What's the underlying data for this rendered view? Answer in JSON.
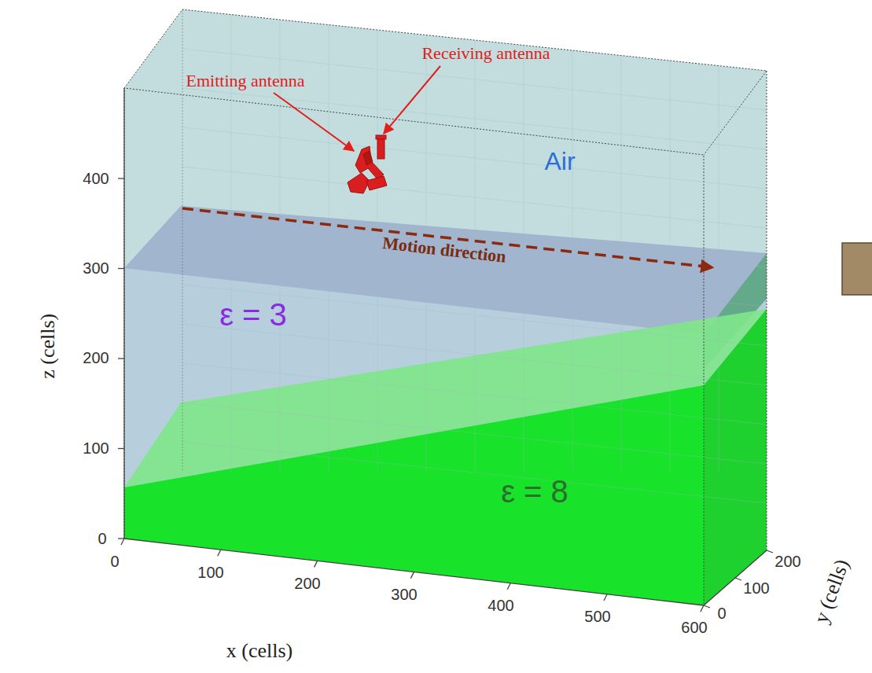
{
  "diagram": {
    "labels": [
      "Emitting antenna",
      "Receiving antenna",
      "Air",
      "Motion direction",
      "ε = 3",
      "ε = 8",
      "400",
      "300",
      "200",
      "100",
      "0",
      "0",
      "100",
      "200",
      "300",
      "400",
      "500",
      "600",
      "0",
      "100",
      "200",
      "z (cells)",
      "x (cells)",
      "y (cells)"
    ]
  }
}
